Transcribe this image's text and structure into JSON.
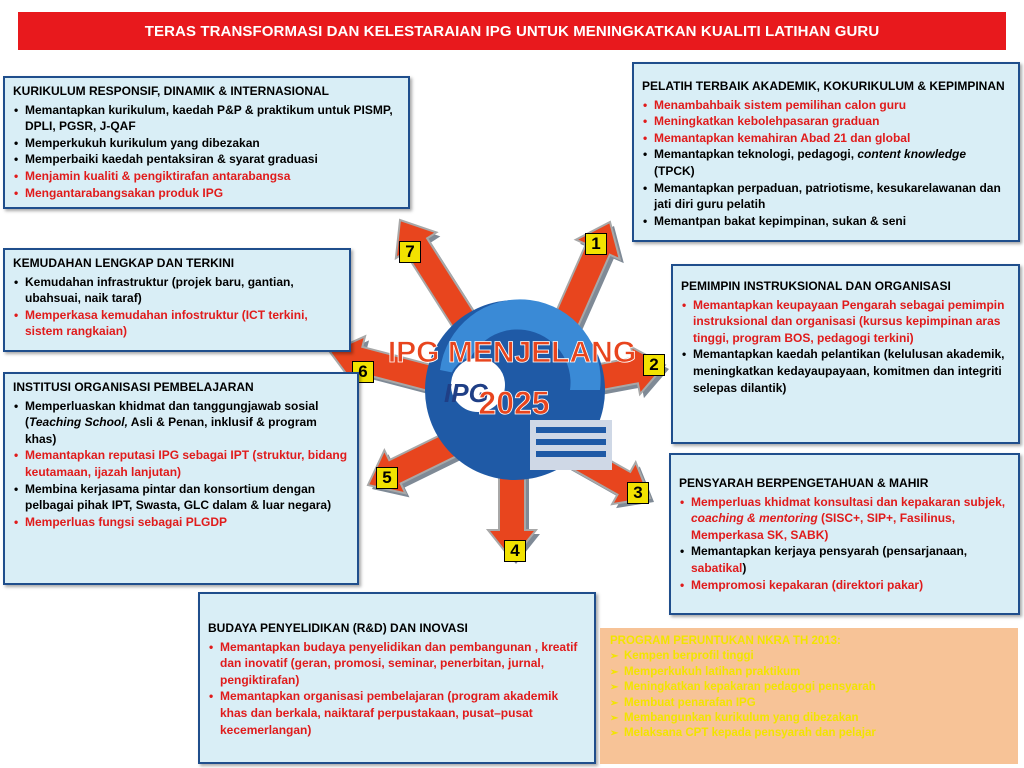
{
  "banner": "TERAS TRANSFORMASI DAN KELESTARAIAN IPG UNTUK MENINGKATKAN KUALITI LATIHAN GURU",
  "hub": {
    "line1": "IPG MENJELANG",
    "line2": "2025",
    "logo_text": "IPG"
  },
  "numbers": [
    "1",
    "2",
    "3",
    "4",
    "5",
    "6",
    "7"
  ],
  "colors": {
    "banner": "#e8191d",
    "box_fill": "#d9eef6",
    "box_border": "#1f4e8c",
    "arrow": "#e8451e",
    "highlight_text": "#e01b1b",
    "number_badge": "#f2e200"
  },
  "box_kurikulum": {
    "title": "KURIKULUM RESPONSIF, DINAMIK & INTERNASIONAL",
    "items": [
      "Memantapkan kurikulum, kaedah P&P & praktikum untuk PISMP, DPLI, PGSR, J-QAF",
      "Memperkukuh kurikulum yang dibezakan",
      "Memperbaiki kaedah pentaksiran & syarat graduasi",
      "Menjamin kualiti  & pengiktirafan antarabangsa",
      "Mengantarabangsakan produk IPG"
    ]
  },
  "box_kemudahan": {
    "title": "KEMUDAHAN LENGKAP DAN TERKINI",
    "items": [
      "Kemudahan infrastruktur (projek baru, gantian, ubahsuai, naik taraf)",
      "Memperkasa kemudahan infostruktur (ICT terkini, sistem rangkaian)"
    ]
  },
  "box_institusi": {
    "title": "INSTITUSI ORGANISASI PEMBELAJARAN",
    "item1_pre": "Memperluaskan khidmat dan tanggungjawab sosial (",
    "item1_em": "Teaching School,",
    "item1_post": "  Asli & Penan, inklusif & program khas)",
    "items": [
      "Memantapkan reputasi IPG sebagai IPT (struktur, bidang keutamaan, ijazah lanjutan)",
      "Membina kerjasama pintar dan konsortium  dengan  pelbagai pihak IPT, Swasta, GLC dalam & luar negara)",
      "Memperluas fungsi sebagai PLGDP"
    ]
  },
  "box_budaya": {
    "title": "BUDAYA PENYELIDIKAN (R&D) DAN INOVASI",
    "items": [
      "Memantapkan budaya penyelidikan dan pembangunan , kreatif dan inovatif (geran, promosi, seminar, penerbitan, jurnal, pengiktirafan)",
      "Memantapkan organisasi pembelajaran (program akademik khas dan berkala, naiktaraf perpustakaan, pusat–pusat kecemerlangan)"
    ]
  },
  "box_pelatih": {
    "title": "PELATIH TERBAIK AKADEMIK, KOKURIKULUM & KEPIMPINAN",
    "items": [
      "Menambahbaik sistem pemilihan calon guru",
      "Meningkatkan kebolehpasaran graduan",
      "Memantapkan kemahiran Abad 21 dan global"
    ],
    "item4_pre": "Memantapkan teknologi, pedagogi, ",
    "item4_em": "content knowledge",
    "item4_post": " (TPCK)",
    "items_after": [
      "Memantapkan perpaduan, patriotisme, kesukarelawanan dan jati diri guru pelatih",
      "Memantpan bakat kepimpinan, sukan & seni"
    ]
  },
  "box_pemimpin": {
    "title": "PEMIMPIN INSTRUKSIONAL DAN ORGANISASI",
    "items": [
      "Memantapkan keupayaan Pengarah sebagai pemimpin instruksional dan organisasi  (kursus kepimpinan aras tinggi, program BOS, pedagogi terkini)",
      "Memantapkan kaedah pelantikan (kelulusan akademik, meningkatkan kedayaupayaan, komitmen dan integriti selepas dilantik)"
    ]
  },
  "box_pensyarah": {
    "title": "PENSYARAH BERPENGETAHUAN & MAHIR",
    "item1_pre": "Memperluas khidmat konsultasi dan kepakaran subjek, ",
    "item1_em": "coaching & mentoring",
    "item1_post": " (SISC+, SIP+, Fasilinus, Memperkasa SK, SABK)",
    "item2_pre": "Memantapkan kerjaya pensyarah (pensarjanaan, ",
    "item2_red": "sabatikal",
    "item2_post": ")",
    "item3": "Mempromosi kepakaran (direktori pakar)"
  },
  "nkra": {
    "title": "PROGRAM PERUNTUKAN NKRA TH 2013:",
    "items": [
      "Kempen berprofil tinggi",
      "Memperkukuh latihan praktikum",
      "Meningkatkan kepakaran pedagogi pensyarah",
      "Membuat penarafan IPG",
      "Membangunkan kurikulum yang dibezakan",
      "Melaksana CPT kepada pensyarah dan pelajar"
    ]
  }
}
